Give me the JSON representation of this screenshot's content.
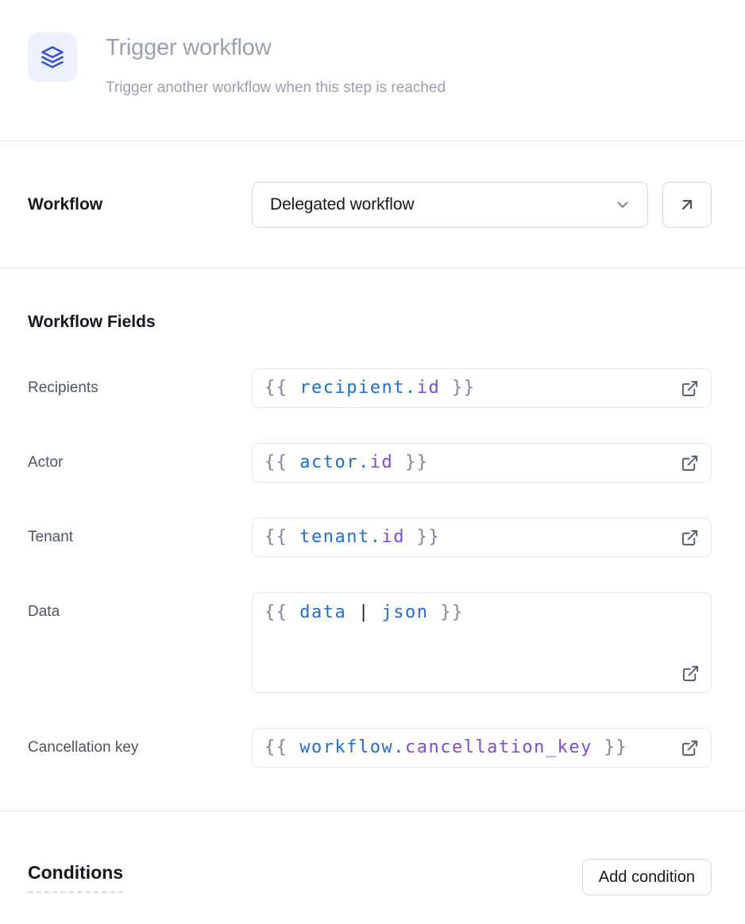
{
  "colors": {
    "accent-blue": "#3451d1",
    "icon-bg": "#edf1fd",
    "code-blue": "#1f6fd1",
    "code-purple": "#7c4bd2",
    "code-gray": "#7d8695",
    "code-dark": "#21242b",
    "text-dark": "#15181e",
    "text-gray": "#4d5560",
    "text-muted": "#99a1ac",
    "border-control": "#d5d9df",
    "border-field": "#e4e6ea",
    "divider": "#e9eaee"
  },
  "header": {
    "icon": "layers-icon",
    "title": "Trigger workflow",
    "subtitle": "Trigger another workflow when this step is reached"
  },
  "workflow_selector": {
    "label": "Workflow",
    "selected_value": "Delegated workflow",
    "dropdown_icon": "chevron-down-icon",
    "open_button_icon": "arrow-up-right-icon"
  },
  "workflow_fields": {
    "heading": "Workflow Fields",
    "external_link_icon": "external-link-icon",
    "fields": [
      {
        "label": "Recipients",
        "value": "{{ recipient.id }}",
        "tokens": [
          "{{ ",
          "recipient",
          ".",
          "id",
          " }}"
        ]
      },
      {
        "label": "Actor",
        "value": "{{ actor.id }}",
        "tokens": [
          "{{ ",
          "actor",
          ".",
          "id",
          " }}"
        ]
      },
      {
        "label": "Tenant",
        "value": "{{ tenant.id }}",
        "tokens": [
          "{{ ",
          "tenant",
          ".",
          "id",
          " }}"
        ]
      },
      {
        "label": "Data",
        "value": "{{ data | json }}",
        "tokens": [
          "{{ ",
          "data",
          " | ",
          "json",
          " }}"
        ]
      },
      {
        "label": "Cancellation key",
        "value": "{{ workflow.cancellation_key }}",
        "tokens": [
          "{{ ",
          "workflow",
          ".",
          "cancellation_key",
          " }}"
        ]
      }
    ]
  },
  "conditions": {
    "heading": "Conditions",
    "add_button_label": "Add condition"
  }
}
